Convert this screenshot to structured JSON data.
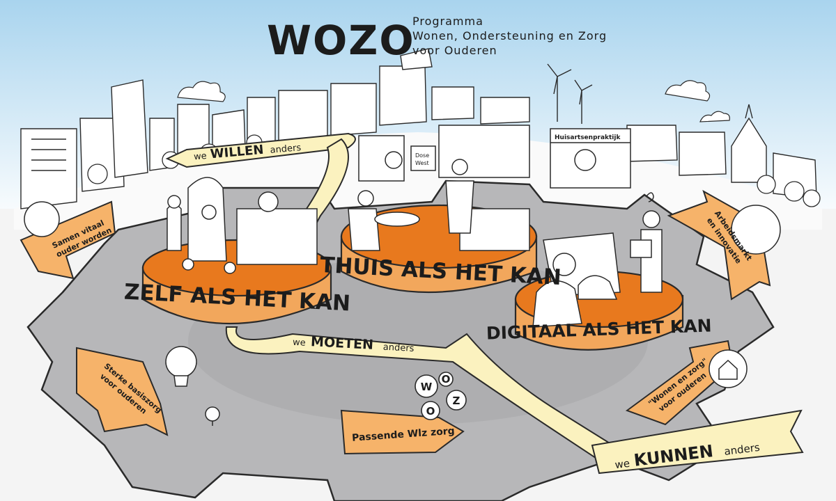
{
  "header": {
    "logo_text": "WOZO",
    "subtitle_line1": "Programma",
    "subtitle_line2": "Wonen, Ondersteuning en Zorg",
    "subtitle_line3": "voor Ouderen"
  },
  "platforms": {
    "zelf": "ZELF ALS HET KAN",
    "thuis": "THUIS ALS HET KAN",
    "digitaal": "DIGITAAL ALS HET KAN"
  },
  "ribbons": {
    "willen_we": "we",
    "willen_big": "WILLEN",
    "willen_anders": "anders",
    "moeten_we": "we",
    "moeten_big": "MOETEN",
    "moeten_anders": "anders",
    "kunnen_we": "we",
    "kunnen_big": "KUNNEN",
    "kunnen_anders": "anders"
  },
  "arrows": {
    "samen_line1": "Samen vitaal",
    "samen_line2": "ouder worden",
    "arbeid_line1": "Arbeidsmarkt",
    "arbeid_line2": "en innovatie",
    "sterke_line1": "Sterke basiszorg",
    "sterke_line2": "voor ouderen",
    "passende": "Passende Wlz zorg",
    "wonen_line1": "\"Wonen en zorg\"",
    "wonen_line2": "voor ouderen"
  },
  "scene_signs": {
    "huisarts": "Huisartsenpraktijk",
    "door_sign_line1": "Dose",
    "door_sign_line2": "West"
  },
  "gear_letters": [
    "W",
    "O",
    "Z",
    "O"
  ],
  "colors": {
    "sky_top": "#a9d4ee",
    "sky_bottom": "#ffffff",
    "gear": "#b7b7b9",
    "platform_top": "#e8791e",
    "platform_band": "#f2a75c",
    "arrow_fill": "#f6b36a",
    "ribbon_fill": "#fbf2bf",
    "ink": "#1c1c1c"
  }
}
